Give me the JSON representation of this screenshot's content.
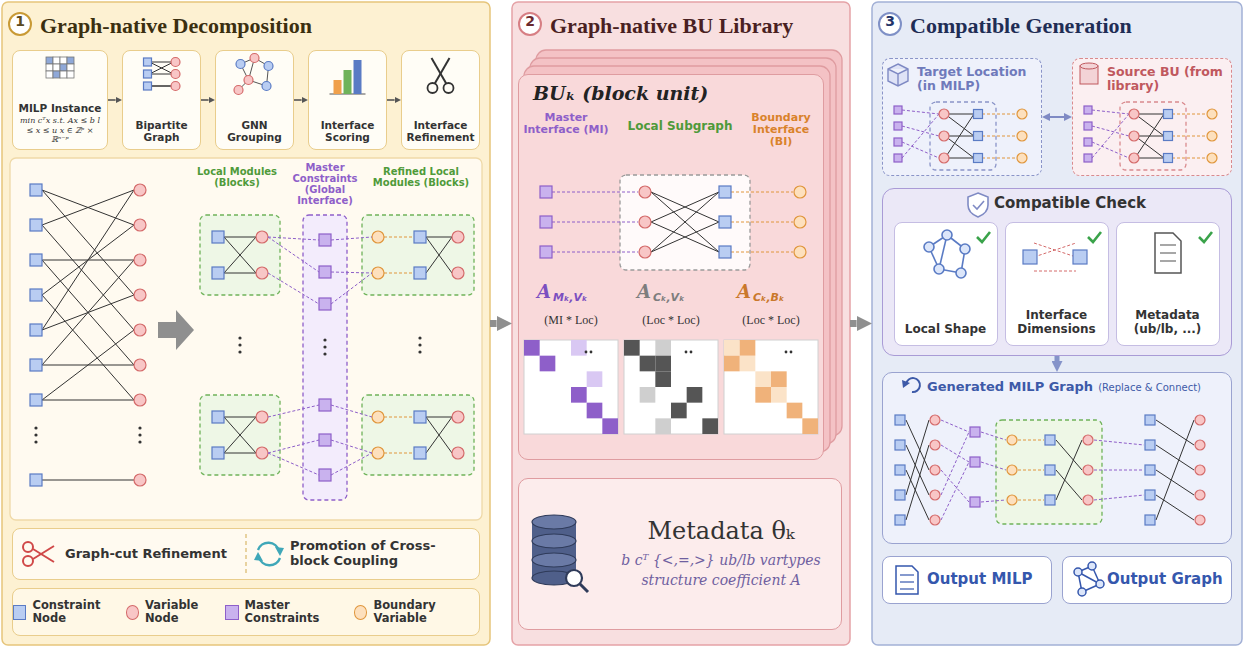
{
  "diagram": {
    "nodes": [
      {
        "text": [
          "Graph-native Decomposition"
        ]
      },
      {
        "text": [
          "MILP Instance",
          "min cᵀx s.t. Ax ≤ b l ≤ x ≤ u x ∈ ℤᵖ × ℝⁿ⁻ᵖ"
        ],
        "in": 0
      },
      {
        "text": [
          "Bipartite Graph"
        ],
        "in": 0
      },
      {
        "text": [
          "GNN Grouping"
        ],
        "in": 0
      },
      {
        "text": [
          "Interface Scoring"
        ],
        "in": 0
      },
      {
        "text": [
          "Interface Refinement"
        ],
        "in": 0
      },
      {
        "text": [
          "Graph-cut Refinement",
          "Promotion of Cross-block Coupling"
        ],
        "in": 0
      },
      {
        "text": [
          "Graph-native BU Library"
        ]
      },
      {
        "text": [
          "BUₖ (block unit)"
        ],
        "in": 7
      },
      {
        "text": [
          "Metadata θₖ",
          "b cᵀ {<,=,>} ub/lb vartypes structure coefficient A"
        ],
        "in": 7
      },
      {
        "text": [
          "Compatible Generation"
        ]
      },
      {
        "text": [
          "Target Location (in MILP)"
        ],
        "in": 10
      },
      {
        "text": [
          "Source BU (from library)"
        ],
        "in": 10
      },
      {
        "text": [
          "Compatible Check"
        ],
        "in": 10
      },
      {
        "text": [
          "Local Shape"
        ],
        "in": 13
      },
      {
        "text": [
          "Interface Dimensions"
        ],
        "in": 13
      },
      {
        "text": [
          "Metadata (ub/lb, ...)"
        ],
        "in": 13
      },
      {
        "text": [
          "Generated MILP Graph",
          "(Replace & Connect)"
        ],
        "in": 10
      },
      {
        "text": [
          "Output MILP"
        ],
        "in": 10
      },
      {
        "text": [
          "Output Graph"
        ],
        "in": 10
      }
    ],
    "edges": [
      {
        "from": 1,
        "to": 2,
        "arrow": "to"
      },
      {
        "from": 2,
        "to": 3,
        "arrow": "to"
      },
      {
        "from": 3,
        "to": 4,
        "arrow": "to"
      },
      {
        "from": 4,
        "to": 5,
        "arrow": "to"
      },
      {
        "from": 0,
        "to": 7,
        "arrow": "to"
      },
      {
        "from": 7,
        "to": 10,
        "arrow": "to"
      },
      {
        "from": 11,
        "to": 12,
        "arrow": "both"
      },
      {
        "from": 13,
        "to": 17,
        "arrow": "to"
      }
    ],
    "labels": [
      "1",
      "2",
      "3",
      "Local Modules (Blocks)",
      "Master Constraints (Global Interface)",
      "Refined Local Modules (Blocks)",
      "Master Interface (MI)",
      "Local Subgraph",
      "Boundary Interface (BI)",
      "A",
      "Mₖ,Vₖ",
      "(MI * Loc)",
      "A",
      "Cₖ,Vₖ",
      "(Loc * Loc)",
      "A",
      "Cₖ,Bₖ",
      "(Loc * Loc)"
    ],
    "legend": [
      {
        "text": "Constraint Node",
        "color": "#b9cdf2"
      },
      {
        "text": "Variable Node",
        "color": "#f8c6c6"
      },
      {
        "text": "Master Constraints",
        "color": "#c9b2ee"
      },
      {
        "text": "Boundary Variable",
        "color": "#fde0bd"
      }
    ]
  }
}
